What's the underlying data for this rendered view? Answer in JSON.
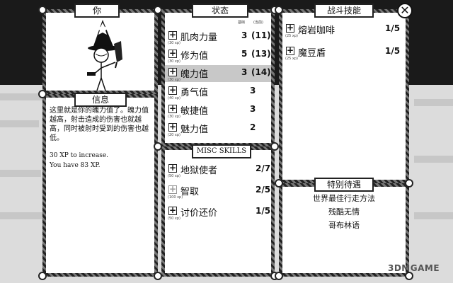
{
  "you_panel": {
    "title": "你"
  },
  "info_panel": {
    "title": "信息",
    "description": "这里就是你的魄力值了。魄力值越高，射击造成的伤害也就越高，同时被射时受到的伤害也越低。",
    "xp_line1": "30 XP to increase.",
    "xp_line2": "You have 83 XP."
  },
  "stats_panel": {
    "title": "状态",
    "col_base": "基础",
    "col_current": "(当前)",
    "stats": [
      {
        "label": "肌肉力量",
        "cost": "(30 xp)",
        "base": "3",
        "current": "(11)"
      },
      {
        "label": "修为值",
        "cost": "(30 xp)",
        "base": "5",
        "current": "(13)"
      },
      {
        "label": "魄力值",
        "cost": "(30 xp)",
        "base": "3",
        "current": "(14)"
      },
      {
        "label": "勇气值",
        "cost": "(40 xp)",
        "base": "3",
        "current": ""
      },
      {
        "label": "敏捷值",
        "cost": "(30 xp)",
        "base": "3",
        "current": ""
      },
      {
        "label": "魅力值",
        "cost": "(20 xp)",
        "base": "2",
        "current": ""
      }
    ]
  },
  "misc_panel": {
    "title": "MISC SKILLS",
    "skills": [
      {
        "label": "地狱使者",
        "cost": "(50 xp)",
        "value": "2/7"
      },
      {
        "label": "智取",
        "cost": "(100 xp)",
        "value": "2/5"
      },
      {
        "label": "讨价还价",
        "cost": "(50 xp)",
        "value": "1/5"
      }
    ]
  },
  "combat_panel": {
    "title": "战斗技能",
    "skills": [
      {
        "label": "熔岩咖啡",
        "cost": "(25 xp)",
        "value": "1/5"
      },
      {
        "label": "魔豆盾",
        "cost": "(25 xp)",
        "value": "1/5"
      }
    ]
  },
  "perks_panel": {
    "title": "特别待遇",
    "perks": [
      "世界最佳行走方法",
      "残酷无情",
      "哥布林语"
    ]
  },
  "close_glyph": "✕",
  "watermark": "3DMGAME"
}
